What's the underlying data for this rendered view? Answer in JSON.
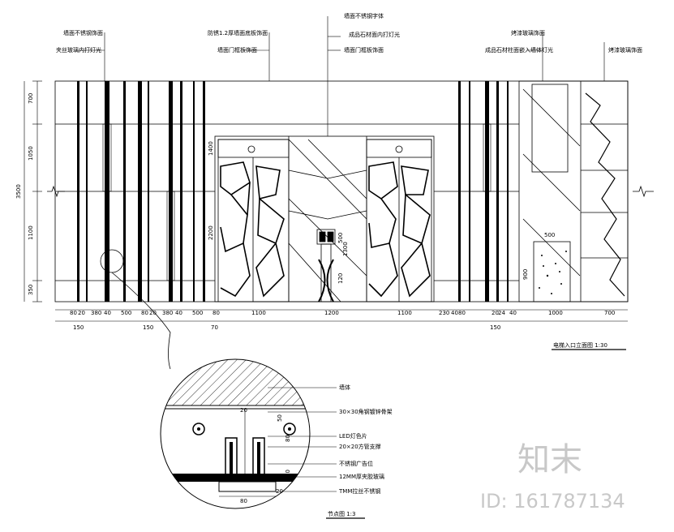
{
  "labels_top": [
    {
      "id": "l1",
      "text": "墙面不锈钢饰面"
    },
    {
      "id": "l2",
      "text": "夹丝玻璃内打灯光"
    },
    {
      "id": "l3",
      "text": "防锈1.2厚墙面底板饰面"
    },
    {
      "id": "l4",
      "text": "墙面门框板饰面"
    },
    {
      "id": "l5",
      "text": "墙面不锈钢字体"
    },
    {
      "id": "l6",
      "text": "成品石材面内打灯光"
    },
    {
      "id": "l7",
      "text": "墙面门框板饰面"
    },
    {
      "id": "l8",
      "text": "烤漆玻璃饰面"
    },
    {
      "id": "l9",
      "text": "成品石材柱面嵌入墙体灯光"
    },
    {
      "id": "l10",
      "text": "烤漆玻璃饰面"
    }
  ],
  "dims_left": [
    "700",
    "1050",
    "1100",
    "350"
  ],
  "dim_total_left": "3500",
  "dims_bottom": [
    "80",
    "20",
    "380",
    "40",
    "500",
    "80",
    "20",
    "380",
    "40",
    "500",
    "80",
    "1100",
    "1200",
    "1100",
    "230",
    "40",
    "80",
    "20",
    "24",
    "40",
    "1000",
    "700"
  ],
  "dims_bottom_row2": [
    "150",
    "150",
    "70",
    "150"
  ],
  "door_dims": [
    "1400",
    "2200",
    "500",
    "1300",
    "120",
    "500",
    "900"
  ],
  "main_caption": "电梯入口立面图 1:30",
  "detail": {
    "caption": "节点图 1:3",
    "callouts": [
      "墙体",
      "30×30角钢镀锌骨架",
      "LED灯色片",
      "20×20方管支撑",
      "不锈钢广告位",
      "12MM厚夹胶玻璃",
      "TMM拉丝不锈钢"
    ],
    "dims": [
      "20",
      "80",
      "50",
      "30",
      "80",
      "80",
      "20"
    ]
  },
  "watermark": {
    "logo": "知末",
    "id": "ID: 161787134"
  }
}
